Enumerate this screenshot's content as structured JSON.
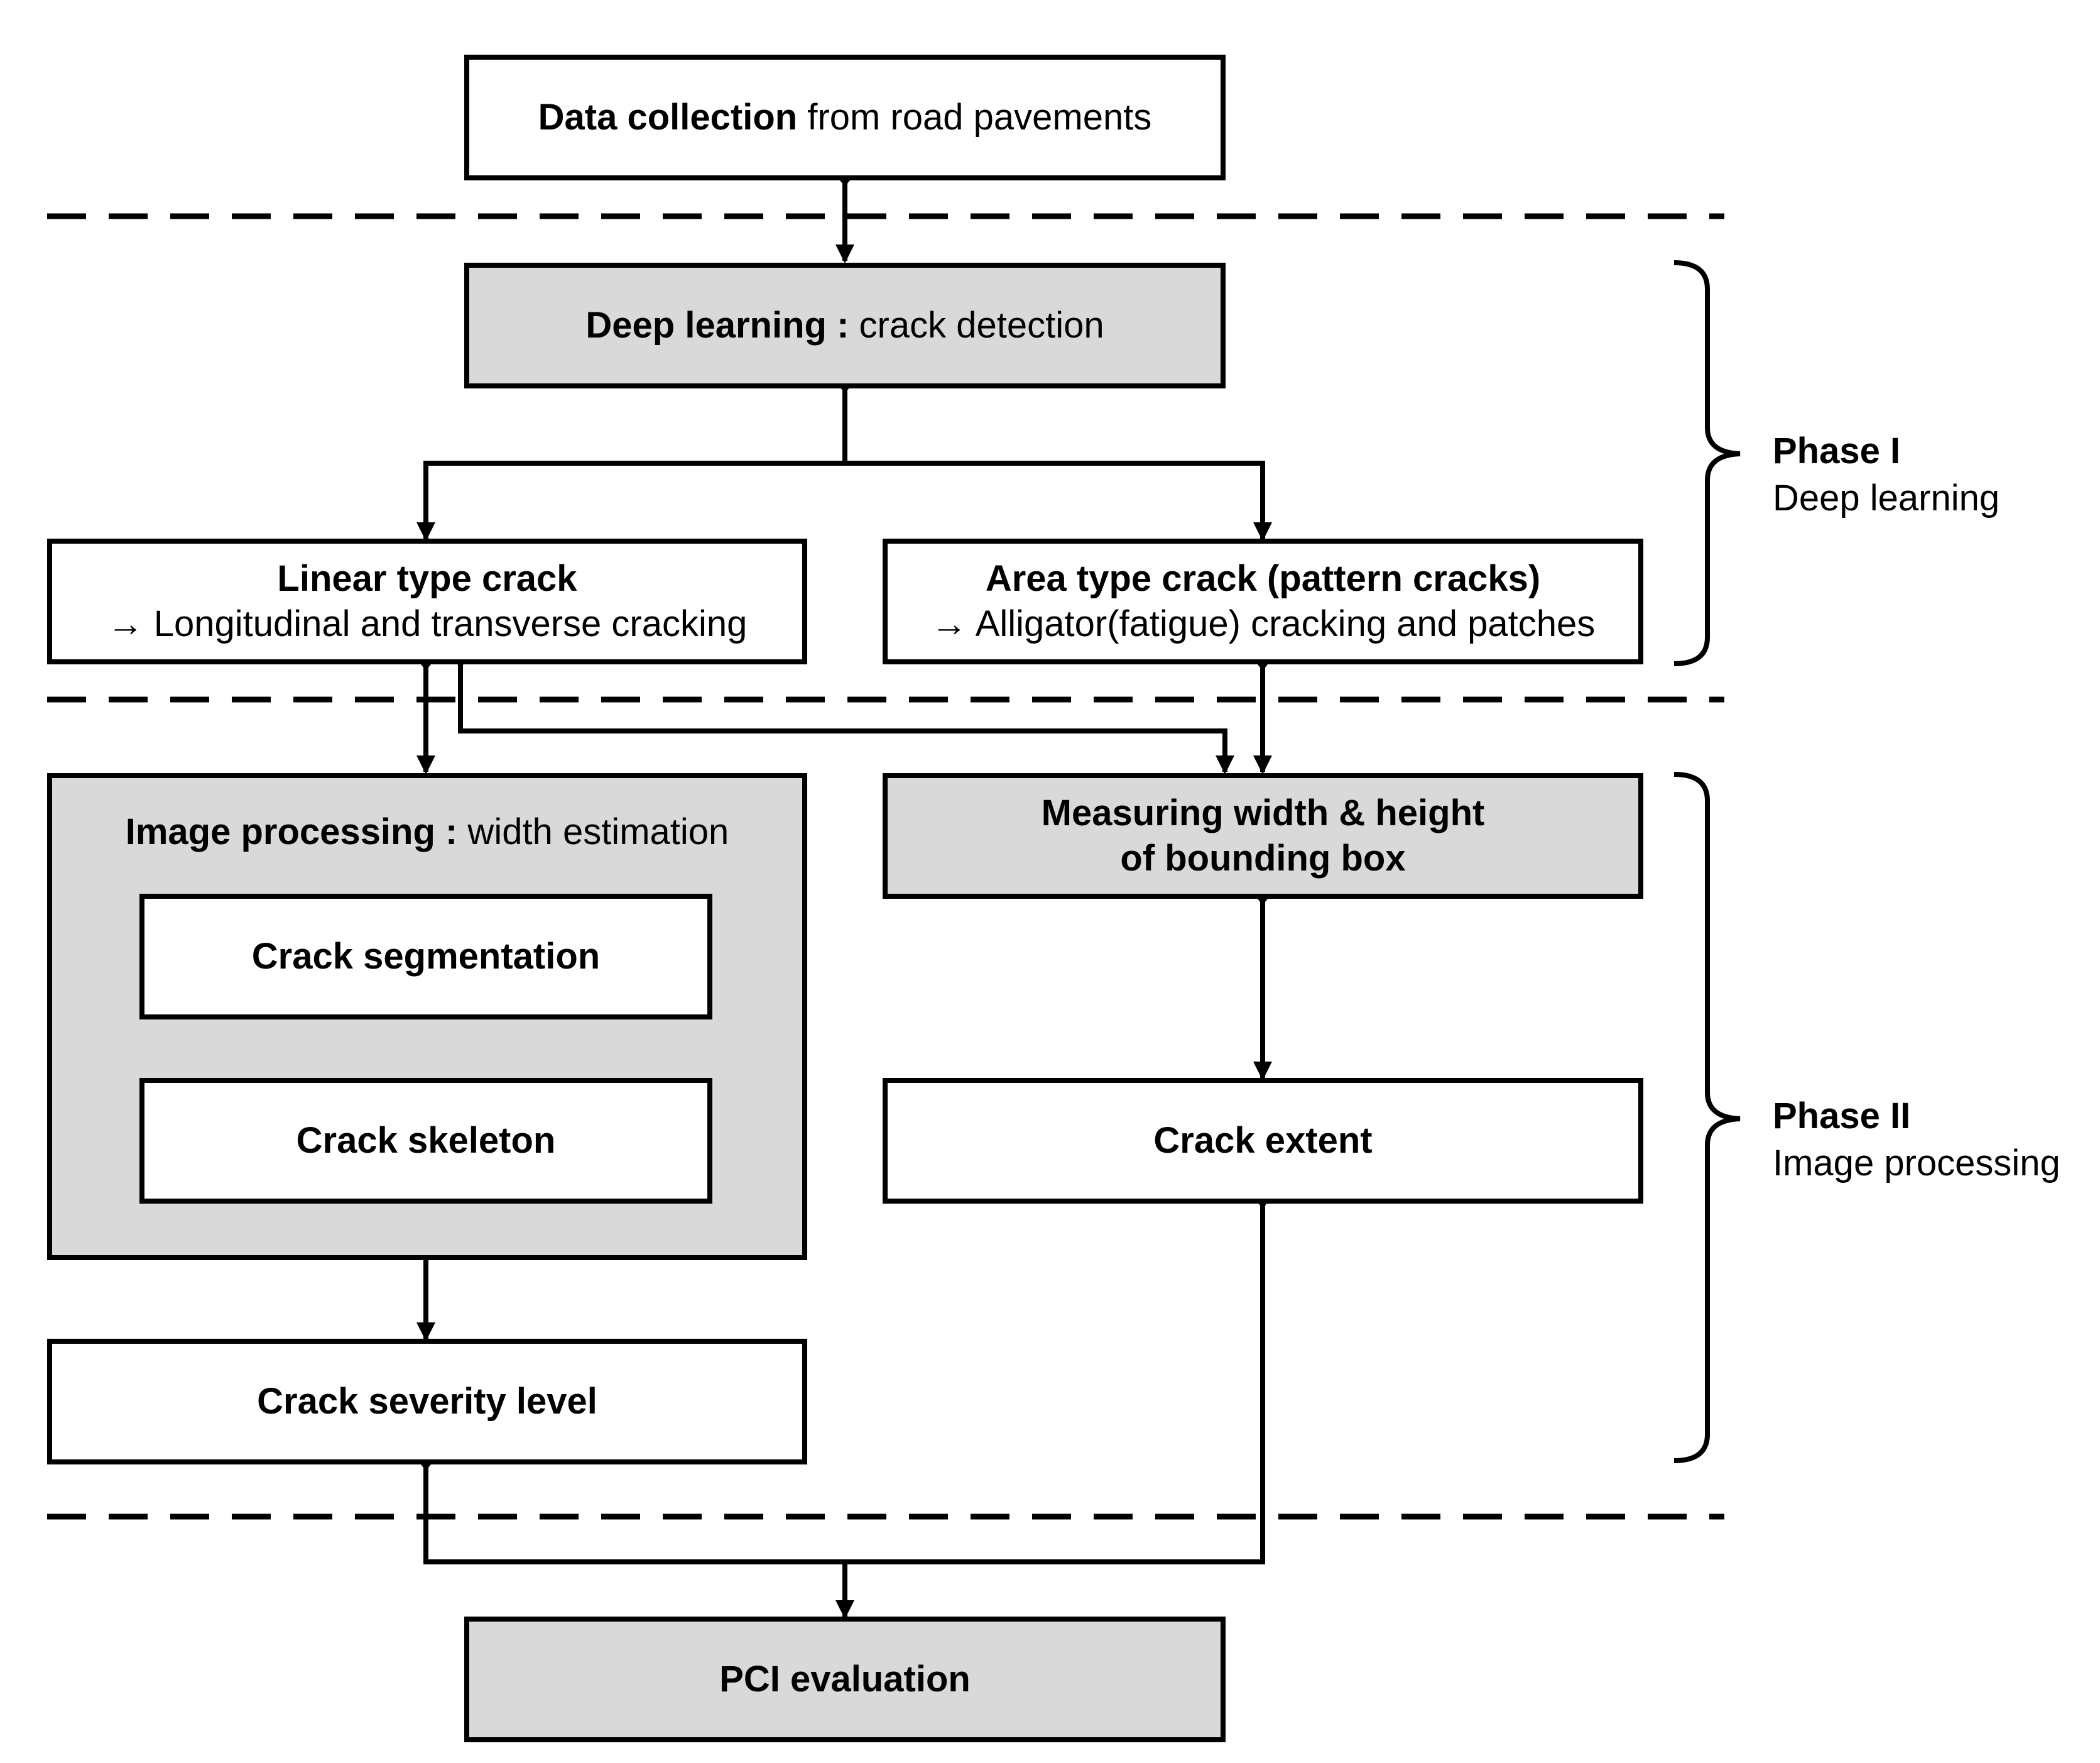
{
  "nodes": {
    "data_collection": {
      "bold": "Data collection",
      "rest": " from road pavements"
    },
    "deep_learning": {
      "bold": "Deep learning :",
      "rest": " crack detection"
    },
    "linear_crack": {
      "title": "Linear type crack",
      "sub": "→ Longitudinal and transverse cracking"
    },
    "area_crack": {
      "title": "Area type crack (pattern cracks)",
      "sub": "→ Alligator(fatigue) cracking and patches"
    },
    "image_processing": {
      "bold": "Image processing :",
      "rest": " width estimation"
    },
    "crack_segmentation": "Crack segmentation",
    "crack_skeleton": "Crack skeleton",
    "crack_severity": "Crack severity level",
    "measuring_bbox": {
      "line1": "Measuring width & height",
      "line2": "of bounding box"
    },
    "crack_extent": "Crack extent",
    "pci_evaluation": "PCI evaluation"
  },
  "phases": [
    {
      "title": "Phase I",
      "subtitle": "Deep learning"
    },
    {
      "title": "Phase II",
      "subtitle": "Image processing"
    }
  ],
  "colors": {
    "shaded_box": "#d9d9d9",
    "plain_box": "#ffffff",
    "lines": "#000000"
  }
}
